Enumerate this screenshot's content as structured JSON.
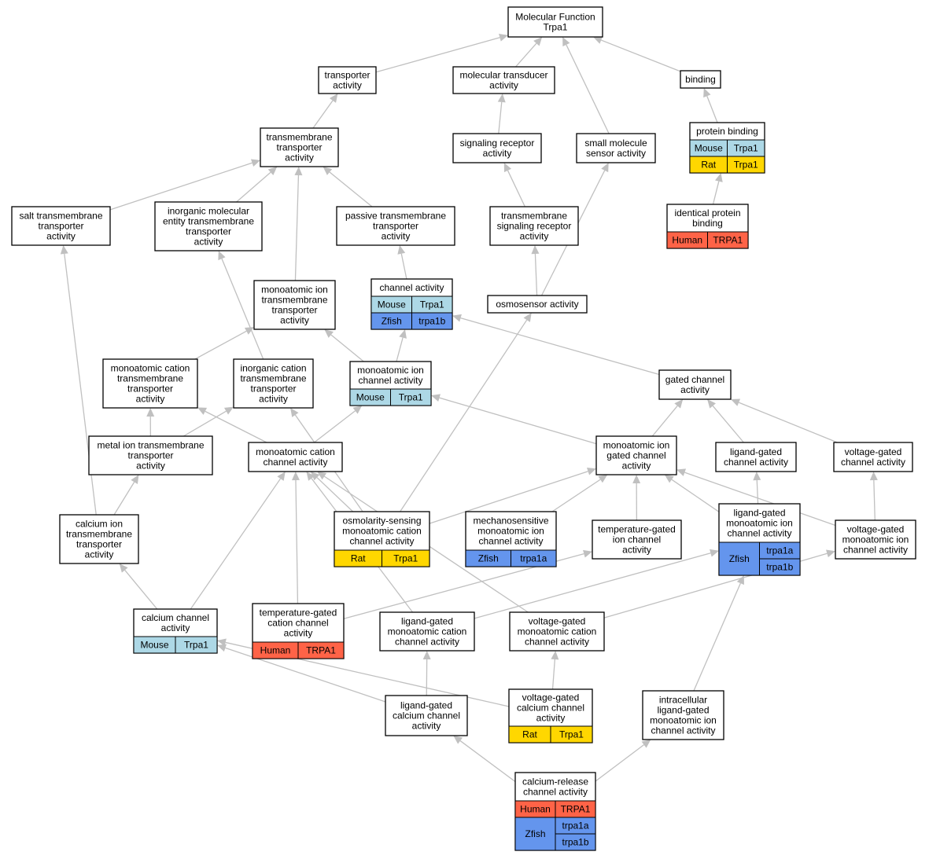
{
  "colors": {
    "Mouse": "#add8e6",
    "Rat": "#ffd700",
    "Human": "#ff6347",
    "Zfish": "#6495ed",
    "edge": "#c0c0c0"
  },
  "nodes": {
    "root": {
      "lines": [
        "Molecular Function",
        "Trpa1"
      ]
    },
    "transporter": {
      "lines": [
        "transporter",
        "activity"
      ]
    },
    "transducer": {
      "lines": [
        "molecular transducer",
        "activity"
      ]
    },
    "binding": {
      "lines": [
        "binding"
      ]
    },
    "tm_transporter": {
      "lines": [
        "transmembrane",
        "transporter",
        "activity"
      ]
    },
    "signaling_receptor": {
      "lines": [
        "signaling receptor",
        "activity"
      ]
    },
    "small_molecule_sensor": {
      "lines": [
        "small molecule",
        "sensor activity"
      ]
    },
    "protein_binding": {
      "lines": [
        "protein binding"
      ],
      "species": [
        {
          "name": "Mouse",
          "genes": [
            "Trpa1"
          ]
        },
        {
          "name": "Rat",
          "genes": [
            "Trpa1"
          ]
        }
      ]
    },
    "salt_tm": {
      "lines": [
        "salt transmembrane",
        "transporter",
        "activity"
      ]
    },
    "inorganic_molecular": {
      "lines": [
        "inorganic molecular",
        "entity transmembrane",
        "transporter",
        "activity"
      ]
    },
    "passive_tm": {
      "lines": [
        "passive transmembrane",
        "transporter",
        "activity"
      ]
    },
    "tm_signaling_receptor": {
      "lines": [
        "transmembrane",
        "signaling receptor",
        "activity"
      ]
    },
    "identical_protein_binding": {
      "lines": [
        "identical protein",
        "binding"
      ],
      "species": [
        {
          "name": "Human",
          "genes": [
            "TRPA1"
          ]
        }
      ]
    },
    "monoatomic_ion_tm": {
      "lines": [
        "monoatomic ion",
        "transmembrane",
        "transporter",
        "activity"
      ]
    },
    "channel_activity": {
      "lines": [
        "channel activity"
      ],
      "species": [
        {
          "name": "Mouse",
          "genes": [
            "Trpa1"
          ]
        },
        {
          "name": "Zfish",
          "genes": [
            "trpa1b"
          ]
        }
      ]
    },
    "osmosensor": {
      "lines": [
        "osmosensor activity"
      ]
    },
    "monoatomic_cation_tm": {
      "lines": [
        "monoatomic cation",
        "transmembrane",
        "transporter",
        "activity"
      ]
    },
    "inorganic_cation_tm": {
      "lines": [
        "inorganic cation",
        "transmembrane",
        "transporter",
        "activity"
      ]
    },
    "monoatomic_ion_channel": {
      "lines": [
        "monoatomic ion",
        "channel activity"
      ],
      "species": [
        {
          "name": "Mouse",
          "genes": [
            "Trpa1"
          ]
        }
      ]
    },
    "gated_channel": {
      "lines": [
        "gated channel",
        "activity"
      ]
    },
    "metal_ion_tm": {
      "lines": [
        "metal ion transmembrane",
        "transporter",
        "activity"
      ]
    },
    "monoatomic_cation_channel": {
      "lines": [
        "monoatomic cation",
        "channel activity"
      ]
    },
    "monoatomic_ion_gated": {
      "lines": [
        "monoatomic ion",
        "gated channel",
        "activity"
      ]
    },
    "ligand_gated_channel": {
      "lines": [
        "ligand-gated",
        "channel activity"
      ]
    },
    "voltage_gated_channel": {
      "lines": [
        "voltage-gated",
        "channel activity"
      ]
    },
    "calcium_ion_tm": {
      "lines": [
        "calcium ion",
        "transmembrane",
        "transporter",
        "activity"
      ]
    },
    "osmolarity_sensing": {
      "lines": [
        "osmolarity-sensing",
        "monoatomic cation",
        "channel activity"
      ],
      "species": [
        {
          "name": "Rat",
          "genes": [
            "Trpa1"
          ]
        }
      ]
    },
    "mechanosensitive": {
      "lines": [
        "mechanosensitive",
        "monoatomic ion",
        "channel activity"
      ],
      "species": [
        {
          "name": "Zfish",
          "genes": [
            "trpa1a"
          ]
        }
      ]
    },
    "temperature_gated_ion": {
      "lines": [
        "temperature-gated",
        "ion channel",
        "activity"
      ]
    },
    "ligand_gated_monoatomic_ion": {
      "lines": [
        "ligand-gated",
        "monoatomic ion",
        "channel activity"
      ],
      "species": [
        {
          "name": "Zfish",
          "genes": [
            "trpa1a",
            "trpa1b"
          ]
        }
      ]
    },
    "voltage_gated_monoatomic_ion": {
      "lines": [
        "voltage-gated",
        "monoatomic ion",
        "channel activity"
      ]
    },
    "calcium_channel": {
      "lines": [
        "calcium channel",
        "activity"
      ],
      "species": [
        {
          "name": "Mouse",
          "genes": [
            "Trpa1"
          ]
        }
      ]
    },
    "temperature_gated_cation": {
      "lines": [
        "temperature-gated",
        "cation channel",
        "activity"
      ],
      "species": [
        {
          "name": "Human",
          "genes": [
            "TRPA1"
          ]
        }
      ]
    },
    "ligand_gated_monoatomic_cation": {
      "lines": [
        "ligand-gated",
        "monoatomic cation",
        "channel activity"
      ]
    },
    "voltage_gated_monoatomic_cation": {
      "lines": [
        "voltage-gated",
        "monoatomic cation",
        "channel activity"
      ]
    },
    "ligand_gated_calcium": {
      "lines": [
        "ligand-gated",
        "calcium channel",
        "activity"
      ]
    },
    "voltage_gated_calcium": {
      "lines": [
        "voltage-gated",
        "calcium channel",
        "activity"
      ],
      "species": [
        {
          "name": "Rat",
          "genes": [
            "Trpa1"
          ]
        }
      ]
    },
    "intracellular_ligand_gated": {
      "lines": [
        "intracellular",
        "ligand-gated",
        "monoatomic ion",
        "channel activity"
      ]
    },
    "calcium_release": {
      "lines": [
        "calcium-release",
        "channel activity"
      ],
      "species": [
        {
          "name": "Human",
          "genes": [
            "TRPA1"
          ]
        },
        {
          "name": "Zfish",
          "genes": [
            "trpa1a",
            "trpa1b"
          ]
        }
      ]
    }
  },
  "edges": [
    [
      "transporter",
      "root"
    ],
    [
      "transducer",
      "root"
    ],
    [
      "binding",
      "root"
    ],
    [
      "small_molecule_sensor",
      "root"
    ],
    [
      "tm_transporter",
      "transporter"
    ],
    [
      "signaling_receptor",
      "transducer"
    ],
    [
      "protein_binding",
      "binding"
    ],
    [
      "salt_tm",
      "tm_transporter"
    ],
    [
      "inorganic_molecular",
      "tm_transporter"
    ],
    [
      "passive_tm",
      "tm_transporter"
    ],
    [
      "monoatomic_ion_tm",
      "tm_transporter"
    ],
    [
      "tm_signaling_receptor",
      "signaling_receptor"
    ],
    [
      "identical_protein_binding",
      "protein_binding"
    ],
    [
      "channel_activity",
      "passive_tm"
    ],
    [
      "osmosensor",
      "tm_signaling_receptor"
    ],
    [
      "osmosensor",
      "small_molecule_sensor"
    ],
    [
      "monoatomic_cation_tm",
      "monoatomic_ion_tm"
    ],
    [
      "monoatomic_ion_channel",
      "monoatomic_ion_tm"
    ],
    [
      "monoatomic_ion_channel",
      "channel_activity"
    ],
    [
      "gated_channel",
      "channel_activity"
    ],
    [
      "inorganic_cation_tm",
      "inorganic_molecular"
    ],
    [
      "metal_ion_tm",
      "monoatomic_cation_tm"
    ],
    [
      "metal_ion_tm",
      "inorganic_cation_tm"
    ],
    [
      "monoatomic_cation_channel",
      "monoatomic_cation_tm"
    ],
    [
      "monoatomic_cation_channel",
      "monoatomic_ion_channel"
    ],
    [
      "monoatomic_ion_gated",
      "monoatomic_ion_channel"
    ],
    [
      "monoatomic_ion_gated",
      "gated_channel"
    ],
    [
      "ligand_gated_channel",
      "gated_channel"
    ],
    [
      "voltage_gated_channel",
      "gated_channel"
    ],
    [
      "calcium_ion_tm",
      "metal_ion_tm"
    ],
    [
      "calcium_ion_tm",
      "salt_tm"
    ],
    [
      "osmolarity_sensing",
      "monoatomic_cation_channel"
    ],
    [
      "osmolarity_sensing",
      "osmosensor"
    ],
    [
      "osmolarity_sensing",
      "inorganic_cation_tm"
    ],
    [
      "osmolarity_sensing",
      "monoatomic_ion_gated"
    ],
    [
      "mechanosensitive",
      "monoatomic_ion_gated"
    ],
    [
      "temperature_gated_ion",
      "monoatomic_ion_gated"
    ],
    [
      "ligand_gated_monoatomic_ion",
      "ligand_gated_channel"
    ],
    [
      "ligand_gated_monoatomic_ion",
      "monoatomic_ion_gated"
    ],
    [
      "voltage_gated_monoatomic_ion",
      "voltage_gated_channel"
    ],
    [
      "voltage_gated_monoatomic_ion",
      "monoatomic_ion_gated"
    ],
    [
      "calcium_channel",
      "calcium_ion_tm"
    ],
    [
      "calcium_channel",
      "monoatomic_cation_channel"
    ],
    [
      "temperature_gated_cation",
      "monoatomic_cation_channel"
    ],
    [
      "temperature_gated_cation",
      "temperature_gated_ion"
    ],
    [
      "ligand_gated_monoatomic_cation",
      "monoatomic_cation_channel"
    ],
    [
      "ligand_gated_monoatomic_cation",
      "ligand_gated_monoatomic_ion"
    ],
    [
      "voltage_gated_monoatomic_cation",
      "monoatomic_cation_channel"
    ],
    [
      "voltage_gated_monoatomic_cation",
      "voltage_gated_monoatomic_ion"
    ],
    [
      "ligand_gated_calcium",
      "calcium_channel"
    ],
    [
      "ligand_gated_calcium",
      "ligand_gated_monoatomic_cation"
    ],
    [
      "voltage_gated_calcium",
      "calcium_channel"
    ],
    [
      "voltage_gated_calcium",
      "voltage_gated_monoatomic_cation"
    ],
    [
      "intracellular_ligand_gated",
      "ligand_gated_monoatomic_ion"
    ],
    [
      "calcium_release",
      "ligand_gated_calcium"
    ],
    [
      "calcium_release",
      "intracellular_ligand_gated"
    ]
  ]
}
